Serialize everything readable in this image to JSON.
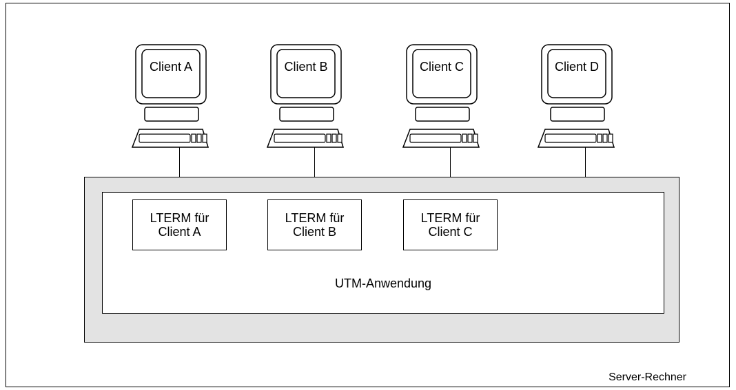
{
  "clients": [
    {
      "label": "Client A"
    },
    {
      "label": "Client B"
    },
    {
      "label": "Client C"
    },
    {
      "label": "Client D"
    }
  ],
  "lterms": [
    {
      "line1": "LTERM für",
      "line2": "Client A"
    },
    {
      "line1": "LTERM für",
      "line2": "Client B"
    },
    {
      "line1": "LTERM für",
      "line2": "Client C"
    }
  ],
  "application_label": "UTM-Anwendung",
  "server_label": "Server-Rechner",
  "colors": {
    "server_fill": "#e3e3e3",
    "line": "#000000"
  }
}
